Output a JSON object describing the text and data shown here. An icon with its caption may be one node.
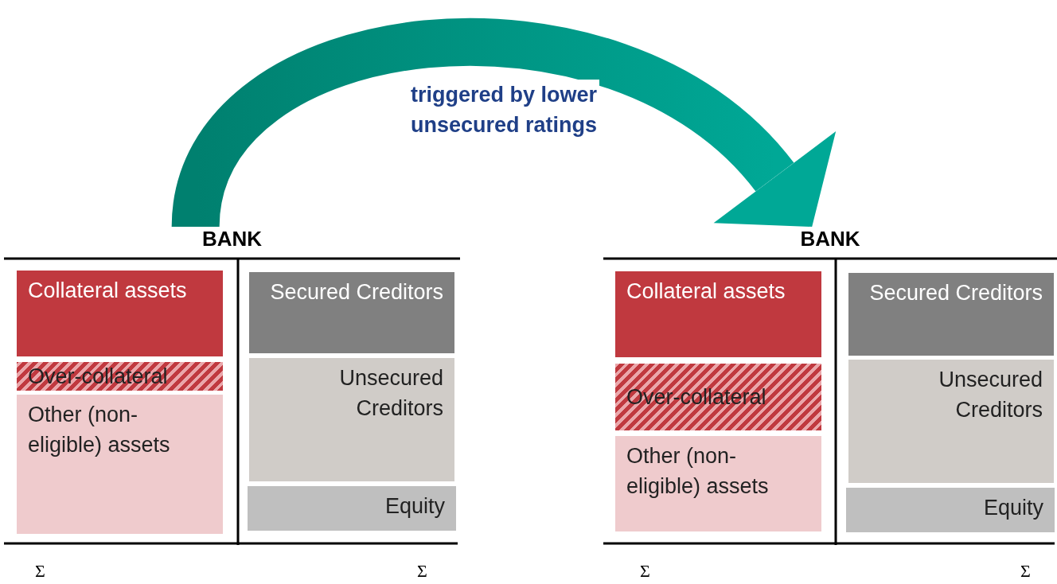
{
  "diagram": {
    "nodes": [
      {
        "text": [
          "BANK"
        ]
      },
      {
        "text": [
          "Collateral assets"
        ],
        "in": 0
      },
      {
        "text": [
          "Over-collateral"
        ],
        "in": 0
      },
      {
        "text": [
          "Other (non-eligible) assets"
        ],
        "in": 0
      },
      {
        "text": [
          "Secured Creditors"
        ],
        "in": 0
      },
      {
        "text": [
          "Unsecured Creditors"
        ],
        "in": 0
      },
      {
        "text": [
          "Equity"
        ],
        "in": 0
      },
      {
        "text": [
          "BANK"
        ]
      },
      {
        "text": [
          "Collateral assets"
        ],
        "in": 7
      },
      {
        "text": [
          "Over-collateral"
        ],
        "in": 7
      },
      {
        "text": [
          "Other (non-eligible) assets"
        ],
        "in": 7
      },
      {
        "text": [
          "Secured Creditors"
        ],
        "in": 7
      },
      {
        "text": [
          "Unsecured Creditors"
        ],
        "in": 7
      },
      {
        "text": [
          "Equity"
        ],
        "in": 7
      }
    ],
    "edges": [
      {
        "from": 0,
        "to": 7,
        "arrow": "to",
        "label": "triggered by lower unsecured ratings",
        "style": "thick"
      }
    ],
    "labels": [
      "Σ",
      "Σ",
      "Σ",
      "Σ"
    ]
  }
}
